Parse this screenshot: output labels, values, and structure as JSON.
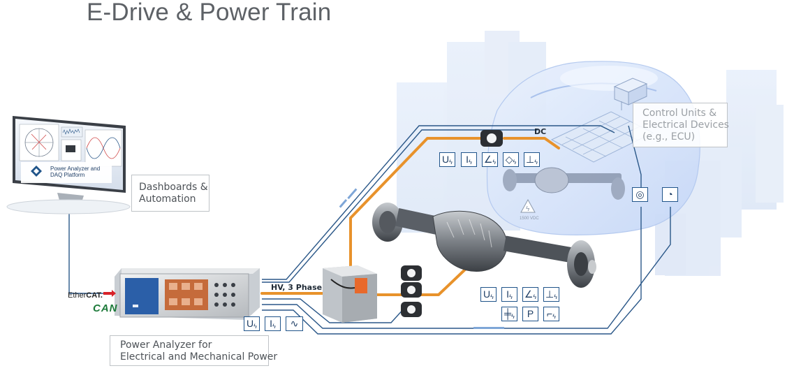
{
  "title": "E-Drive & Power Train",
  "callouts": {
    "dashboards": [
      "Dashboards &",
      "Automation"
    ],
    "control_units": [
      "Control Units &",
      "Electrical Devices",
      "(e.g., ECU)"
    ],
    "power_analyzer": [
      "Power Analyzer for",
      "Electrical and Mechanical Power"
    ]
  },
  "screen_caption": [
    "Power Analyzer and",
    "DAQ Platform"
  ],
  "connection_labels": {
    "hv": "HV, 3 Phase",
    "dc": "DC"
  },
  "battery_warning": "1500 VDC",
  "logos": {
    "ethercat_prefix": "Ether",
    "ethercat_main": "CAT.",
    "can": "CAN"
  },
  "measurement_groups": {
    "battery": [
      {
        "label": "U",
        "icon": "voltage-icon"
      },
      {
        "label": "I",
        "icon": "current-icon"
      },
      {
        "label": "",
        "icon": "phase-angle-icon"
      },
      {
        "label": "",
        "icon": "power-module-icon"
      },
      {
        "label": "",
        "icon": "resistor-thermal-icon"
      }
    ],
    "axle_row1": [
      {
        "label": "U",
        "icon": "voltage-icon"
      },
      {
        "label": "I",
        "icon": "current-icon"
      },
      {
        "label": "",
        "icon": "phase-angle-icon"
      },
      {
        "label": "",
        "icon": "resistor-thermal-icon"
      }
    ],
    "axle_row2": [
      {
        "label": "",
        "icon": "capacitor-icon"
      },
      {
        "label": "P",
        "icon": "power-icon"
      },
      {
        "label": "",
        "icon": "switch-icon"
      }
    ],
    "analyzer": [
      {
        "label": "U",
        "icon": "voltage-icon"
      },
      {
        "label": "I",
        "icon": "current-icon"
      },
      {
        "label": "",
        "icon": "sine-phase-icon"
      }
    ],
    "sensors": [
      {
        "label": "",
        "icon": "torque-sensor-icon"
      },
      {
        "label": "",
        "icon": "gauge-icon"
      }
    ]
  },
  "colors": {
    "hv_cable": "#e8922b",
    "signal_line": "#2a5788",
    "car_body": "#cfe0fb",
    "accent": "#20548a"
  }
}
